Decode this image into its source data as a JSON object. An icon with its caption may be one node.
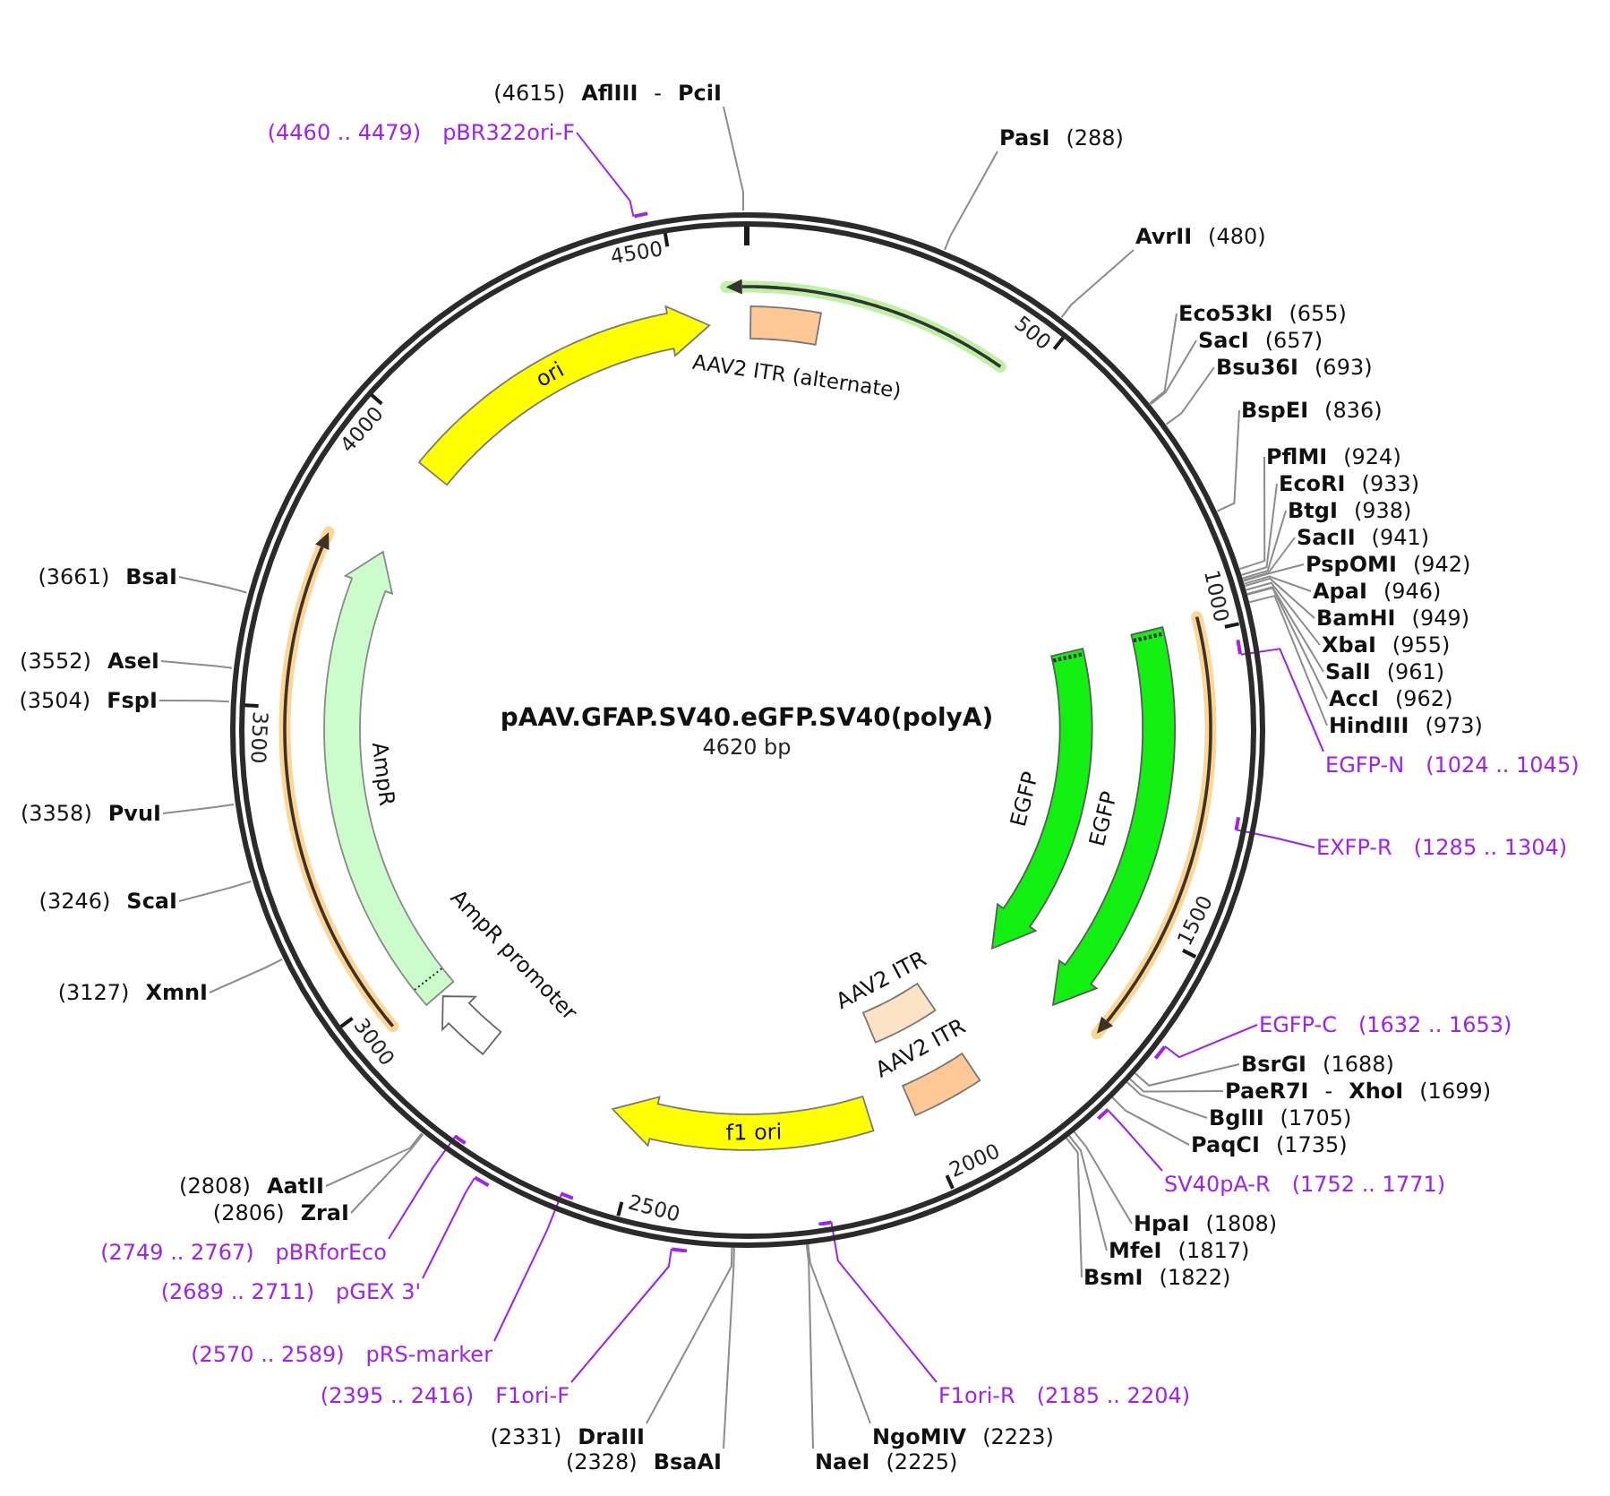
{
  "diagram": {
    "nodes": [
      {
        "text": [
          "pAAV.GFAP.SV40.eGFP.SV40(polyA)",
          "4620 bp"
        ]
      },
      {
        "text": [
          "(4615)",
          "AflIII",
          "-",
          "PciI"
        ]
      },
      {
        "text": [
          "(4460 .. 4479)",
          "pBR322ori-F"
        ]
      },
      {
        "text": [],
        "shape": "bar",
        "in": 0
      },
      {
        "text": [
          "PasI",
          "(288)"
        ]
      },
      {
        "text": [
          "AvrII",
          "(480)"
        ]
      },
      {
        "text": [
          "Eco53kI",
          "(655)"
        ]
      },
      {
        "text": [
          "SacI",
          "(657)"
        ]
      },
      {
        "text": [
          "Bsu36I",
          "(693)"
        ]
      },
      {
        "text": [
          "BspEI",
          "(836)"
        ]
      },
      {
        "text": [
          "PflMI",
          "(924)"
        ]
      },
      {
        "text": [
          "EcoRI",
          "(933)"
        ]
      },
      {
        "text": [
          "BtgI",
          "(938)"
        ]
      },
      {
        "text": [
          "SacII",
          "(941)"
        ]
      },
      {
        "text": [
          "PspOMI",
          "(942)"
        ]
      },
      {
        "text": [
          "ApaI",
          "(946)"
        ]
      },
      {
        "text": [
          "BamHI",
          "(949)"
        ]
      },
      {
        "text": [
          "XbaI",
          "(955)"
        ]
      },
      {
        "text": [
          "SalI",
          "(961)"
        ]
      },
      {
        "text": [
          "AccI",
          "(962)"
        ]
      },
      {
        "text": [
          "HindIII",
          "(973)"
        ]
      },
      {
        "text": [
          "EGFP-N",
          "(1024 .. 1045)"
        ]
      },
      {
        "text": [],
        "shape": "bar",
        "in": 0
      },
      {
        "text": [
          "EXFP-R",
          "(1285 .. 1304)"
        ]
      },
      {
        "text": [],
        "shape": "bar",
        "in": 0
      },
      {
        "text": [
          "EGFP-C",
          "(1632 .. 1653)"
        ]
      },
      {
        "text": [],
        "shape": "bar",
        "in": 0
      },
      {
        "text": [
          "BsrGI",
          "(1688)"
        ]
      },
      {
        "text": [
          "PaeR7I",
          "-",
          "XhoI",
          "(1699)"
        ]
      },
      {
        "text": [
          "BglII",
          "(1705)"
        ]
      },
      {
        "text": [
          "PaqCI",
          "(1735)"
        ]
      },
      {
        "text": [
          "SV40pA-R",
          "(1752 .. 1771)"
        ]
      },
      {
        "text": [],
        "shape": "bar",
        "in": 0
      },
      {
        "text": [
          "HpaI",
          "(1808)"
        ]
      },
      {
        "text": [
          "MfeI",
          "(1817)"
        ]
      },
      {
        "text": [
          "BsmI",
          "(1822)"
        ]
      },
      {
        "text": [
          "F1ori-R",
          "(2185 .. 2204)"
        ]
      },
      {
        "text": [],
        "shape": "bar",
        "in": 0
      },
      {
        "text": [
          "NgoMIV",
          "(2223)"
        ]
      },
      {
        "text": [
          "NaeI",
          "(2225)"
        ]
      },
      {
        "text": [
          "(2331)",
          "DraIII"
        ]
      },
      {
        "text": [
          "(2328)",
          "BsaAI"
        ]
      },
      {
        "text": [
          "(2395 .. 2416)",
          "F1ori-F"
        ]
      },
      {
        "text": [],
        "shape": "bar",
        "in": 0
      },
      {
        "text": [
          "(2570 .. 2589)",
          "pRS-marker"
        ]
      },
      {
        "text": [],
        "shape": "bar",
        "in": 0
      },
      {
        "text": [
          "(2689 .. 2711)",
          "pGEX 3'"
        ]
      },
      {
        "text": [],
        "shape": "bar",
        "in": 0
      },
      {
        "text": [
          "(2749 .. 2767)",
          "pBRforEco"
        ]
      },
      {
        "text": [],
        "shape": "bar",
        "in": 0
      },
      {
        "text": [
          "(2808)",
          "AatII"
        ]
      },
      {
        "text": [
          "(2806)",
          "ZraI"
        ]
      },
      {
        "text": [
          "(3127)",
          "XmnI"
        ]
      },
      {
        "text": [
          "(3246)",
          "ScaI"
        ]
      },
      {
        "text": [
          "(3358)",
          "PvuI"
        ]
      },
      {
        "text": [
          "(3504)",
          "FspI"
        ]
      },
      {
        "text": [
          "(3552)",
          "AseI"
        ]
      },
      {
        "text": [
          "(3661)",
          "BsaI"
        ]
      },
      {
        "text": [
          "AAV2 ITR (alternate)"
        ],
        "in": 0
      },
      {
        "text": [
          "ori"
        ],
        "in": 0
      },
      {
        "text": [
          "EGFP"
        ],
        "in": 0
      },
      {
        "text": [
          "EGFP"
        ],
        "in": 0
      },
      {
        "text": [
          "AAV2 ITR"
        ],
        "in": 0
      },
      {
        "text": [
          "AAV2 ITR"
        ],
        "in": 0
      },
      {
        "text": [
          "f1 ori"
        ],
        "in": 0
      },
      {
        "text": [
          "AmpR promoter"
        ],
        "in": 0
      },
      {
        "text": [
          "AmpR"
        ],
        "in": 0
      }
    ],
    "edges": [
      {
        "from": 1,
        "to": 0,
        "arrow": "none"
      },
      {
        "from": 2,
        "to": 3,
        "arrow": "none",
        "color": "#a020f0"
      },
      {
        "from": 4,
        "to": 0,
        "arrow": "none"
      },
      {
        "from": 5,
        "to": 0,
        "arrow": "none"
      },
      {
        "from": 6,
        "to": 0,
        "arrow": "none"
      },
      {
        "from": 7,
        "to": 0,
        "arrow": "none"
      },
      {
        "from": 8,
        "to": 0,
        "arrow": "none"
      },
      {
        "from": 9,
        "to": 0,
        "arrow": "none"
      },
      {
        "from": 10,
        "to": 0,
        "arrow": "none"
      },
      {
        "from": 11,
        "to": 0,
        "arrow": "none"
      },
      {
        "from": 12,
        "to": 0,
        "arrow": "none"
      },
      {
        "from": 13,
        "to": 0,
        "arrow": "none"
      },
      {
        "from": 14,
        "to": 0,
        "arrow": "none"
      },
      {
        "from": 15,
        "to": 0,
        "arrow": "none"
      },
      {
        "from": 16,
        "to": 0,
        "arrow": "none"
      },
      {
        "from": 17,
        "to": 0,
        "arrow": "none"
      },
      {
        "from": 18,
        "to": 0,
        "arrow": "none"
      },
      {
        "from": 19,
        "to": 0,
        "arrow": "none"
      },
      {
        "from": 20,
        "to": 0,
        "arrow": "none"
      },
      {
        "from": 21,
        "to": 22,
        "arrow": "none",
        "color": "#a020f0"
      },
      {
        "from": 23,
        "to": 24,
        "arrow": "none",
        "color": "#a020f0"
      },
      {
        "from": 25,
        "to": 26,
        "arrow": "none",
        "color": "#a020f0"
      },
      {
        "from": 27,
        "to": 0,
        "arrow": "none"
      },
      {
        "from": 28,
        "to": 0,
        "arrow": "none"
      },
      {
        "from": 29,
        "to": 0,
        "arrow": "none"
      },
      {
        "from": 30,
        "to": 0,
        "arrow": "none"
      },
      {
        "from": 31,
        "to": 32,
        "arrow": "none",
        "color": "#a020f0"
      },
      {
        "from": 33,
        "to": 0,
        "arrow": "none"
      },
      {
        "from": 34,
        "to": 0,
        "arrow": "none"
      },
      {
        "from": 35,
        "to": 0,
        "arrow": "none"
      },
      {
        "from": 36,
        "to": 37,
        "arrow": "none",
        "color": "#a020f0"
      },
      {
        "from": 38,
        "to": 0,
        "arrow": "none"
      },
      {
        "from": 39,
        "to": 0,
        "arrow": "none"
      },
      {
        "from": 40,
        "to": 0,
        "arrow": "none"
      },
      {
        "from": 41,
        "to": 0,
        "arrow": "none"
      },
      {
        "from": 42,
        "to": 43,
        "arrow": "none",
        "color": "#a020f0"
      },
      {
        "from": 44,
        "to": 45,
        "arrow": "none",
        "color": "#a020f0"
      },
      {
        "from": 46,
        "to": 47,
        "arrow": "none",
        "color": "#a020f0"
      },
      {
        "from": 48,
        "to": 49,
        "arrow": "none",
        "color": "#a020f0"
      },
      {
        "from": 50,
        "to": 0,
        "arrow": "none"
      },
      {
        "from": 51,
        "to": 0,
        "arrow": "none"
      },
      {
        "from": 52,
        "to": 0,
        "arrow": "none"
      },
      {
        "from": 53,
        "to": 0,
        "arrow": "none"
      },
      {
        "from": 54,
        "to": 0,
        "arrow": "none"
      },
      {
        "from": 55,
        "to": 0,
        "arrow": "none"
      },
      {
        "from": 56,
        "to": 0,
        "arrow": "none"
      },
      {
        "from": 57,
        "to": 0,
        "arrow": "none"
      }
    ],
    "labels": [
      "500",
      "1000",
      "1500",
      "2000",
      "2500",
      "3000",
      "3500",
      "4000",
      "4500"
    ]
  }
}
